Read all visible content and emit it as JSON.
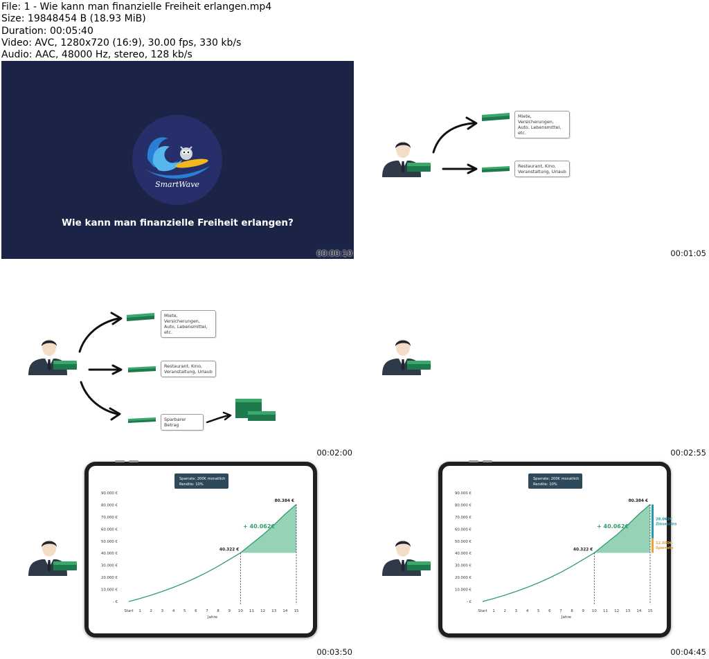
{
  "file_info": {
    "file": "File: 1 - Wie kann man finanzielle Freiheit erlangen.mp4",
    "size": "Size: 19848454 B (18.93 MiB)",
    "duration": "Duration: 00:05:40",
    "video": "Video: AVC, 1280x720 (16:9), 30.00 fps, 330 kb/s",
    "audio": "Audio: AAC, 48000 Hz, stereo, 128 kb/s"
  },
  "frames": [
    {
      "timestamp": "00:00:10",
      "brand": "SmartWave",
      "title": "Wie kann man finanzielle Freiheit erlangen?"
    },
    {
      "timestamp": "00:01:05",
      "notes": [
        "Miete, Versicherungen,\nAuto, Lebensmittel, etc.",
        "Restaurant, Kino,\nVeranstaltung, Urlaub"
      ]
    },
    {
      "timestamp": "00:02:00",
      "notes": [
        "Miete, Versicherungen,\nAuto, Lebensmittel, etc.",
        "Restaurant, Kino,\nVeranstaltung, Urlaub",
        "Sparbarer Betrag"
      ]
    },
    {
      "timestamp": "00:02:55"
    },
    {
      "timestamp": "00:03:50"
    },
    {
      "timestamp": "00:04:45"
    }
  ],
  "chart_data": [
    {
      "type": "area",
      "info_box": [
        "Sparrate: 200€ monatlich",
        "Rendite: 10%"
      ],
      "categories": [
        "Start",
        "1",
        "2",
        "3",
        "4",
        "5",
        "6",
        "7",
        "8",
        "9",
        "10",
        "11",
        "12",
        "13",
        "14",
        "15"
      ],
      "y_ticks": [
        "90.000 €",
        "80.000 €",
        "70.000 €",
        "60.000 €",
        "50.000 €",
        "40.000 €",
        "30.000 €",
        "20.000 €",
        "10.000 €",
        "-  €"
      ],
      "ylim": [
        0,
        90000
      ],
      "xlabel": "Jahre",
      "values": [
        0,
        2513,
        5290,
        8357,
        11746,
        15489,
        19625,
        24194,
        29242,
        34818,
        40322,
        47790,
        55209,
        63404,
        72458,
        80384
      ],
      "labels": {
        "p10": "40.322 €",
        "p15": "80.384 €",
        "gain": "+ 40.062€"
      }
    },
    {
      "type": "area",
      "info_box": [
        "Sparrate: 200€ monatlich",
        "Rendite: 10%"
      ],
      "categories": [
        "Start",
        "1",
        "2",
        "3",
        "4",
        "5",
        "6",
        "7",
        "8",
        "9",
        "10",
        "11",
        "12",
        "13",
        "14",
        "15"
      ],
      "y_ticks": [
        "90.000 €",
        "80.000 €",
        "70.000 €",
        "60.000 €",
        "50.000 €",
        "40.000 €",
        "30.000 €",
        "20.000 €",
        "10.000 €",
        "-  €"
      ],
      "ylim": [
        0,
        90000
      ],
      "xlabel": "Jahre",
      "values": [
        0,
        2513,
        5290,
        8357,
        11746,
        15489,
        19625,
        24194,
        29242,
        34818,
        40322,
        47790,
        55209,
        63404,
        72458,
        80384
      ],
      "labels": {
        "p10": "40.322 €",
        "p15": "80.384 €",
        "gain": "+ 40.062€"
      },
      "breakdown": [
        {
          "value": "28.062€",
          "label": "Zinseszins",
          "color": "#1e9aa8"
        },
        {
          "value": "12.000€",
          "label": "Sparrate",
          "color": "#e8a63a"
        }
      ]
    }
  ],
  "colors": {
    "navy": "#1b2447",
    "green": "#2f9e6a",
    "money": "#1e7a4c",
    "suit": "#2e3a47"
  }
}
